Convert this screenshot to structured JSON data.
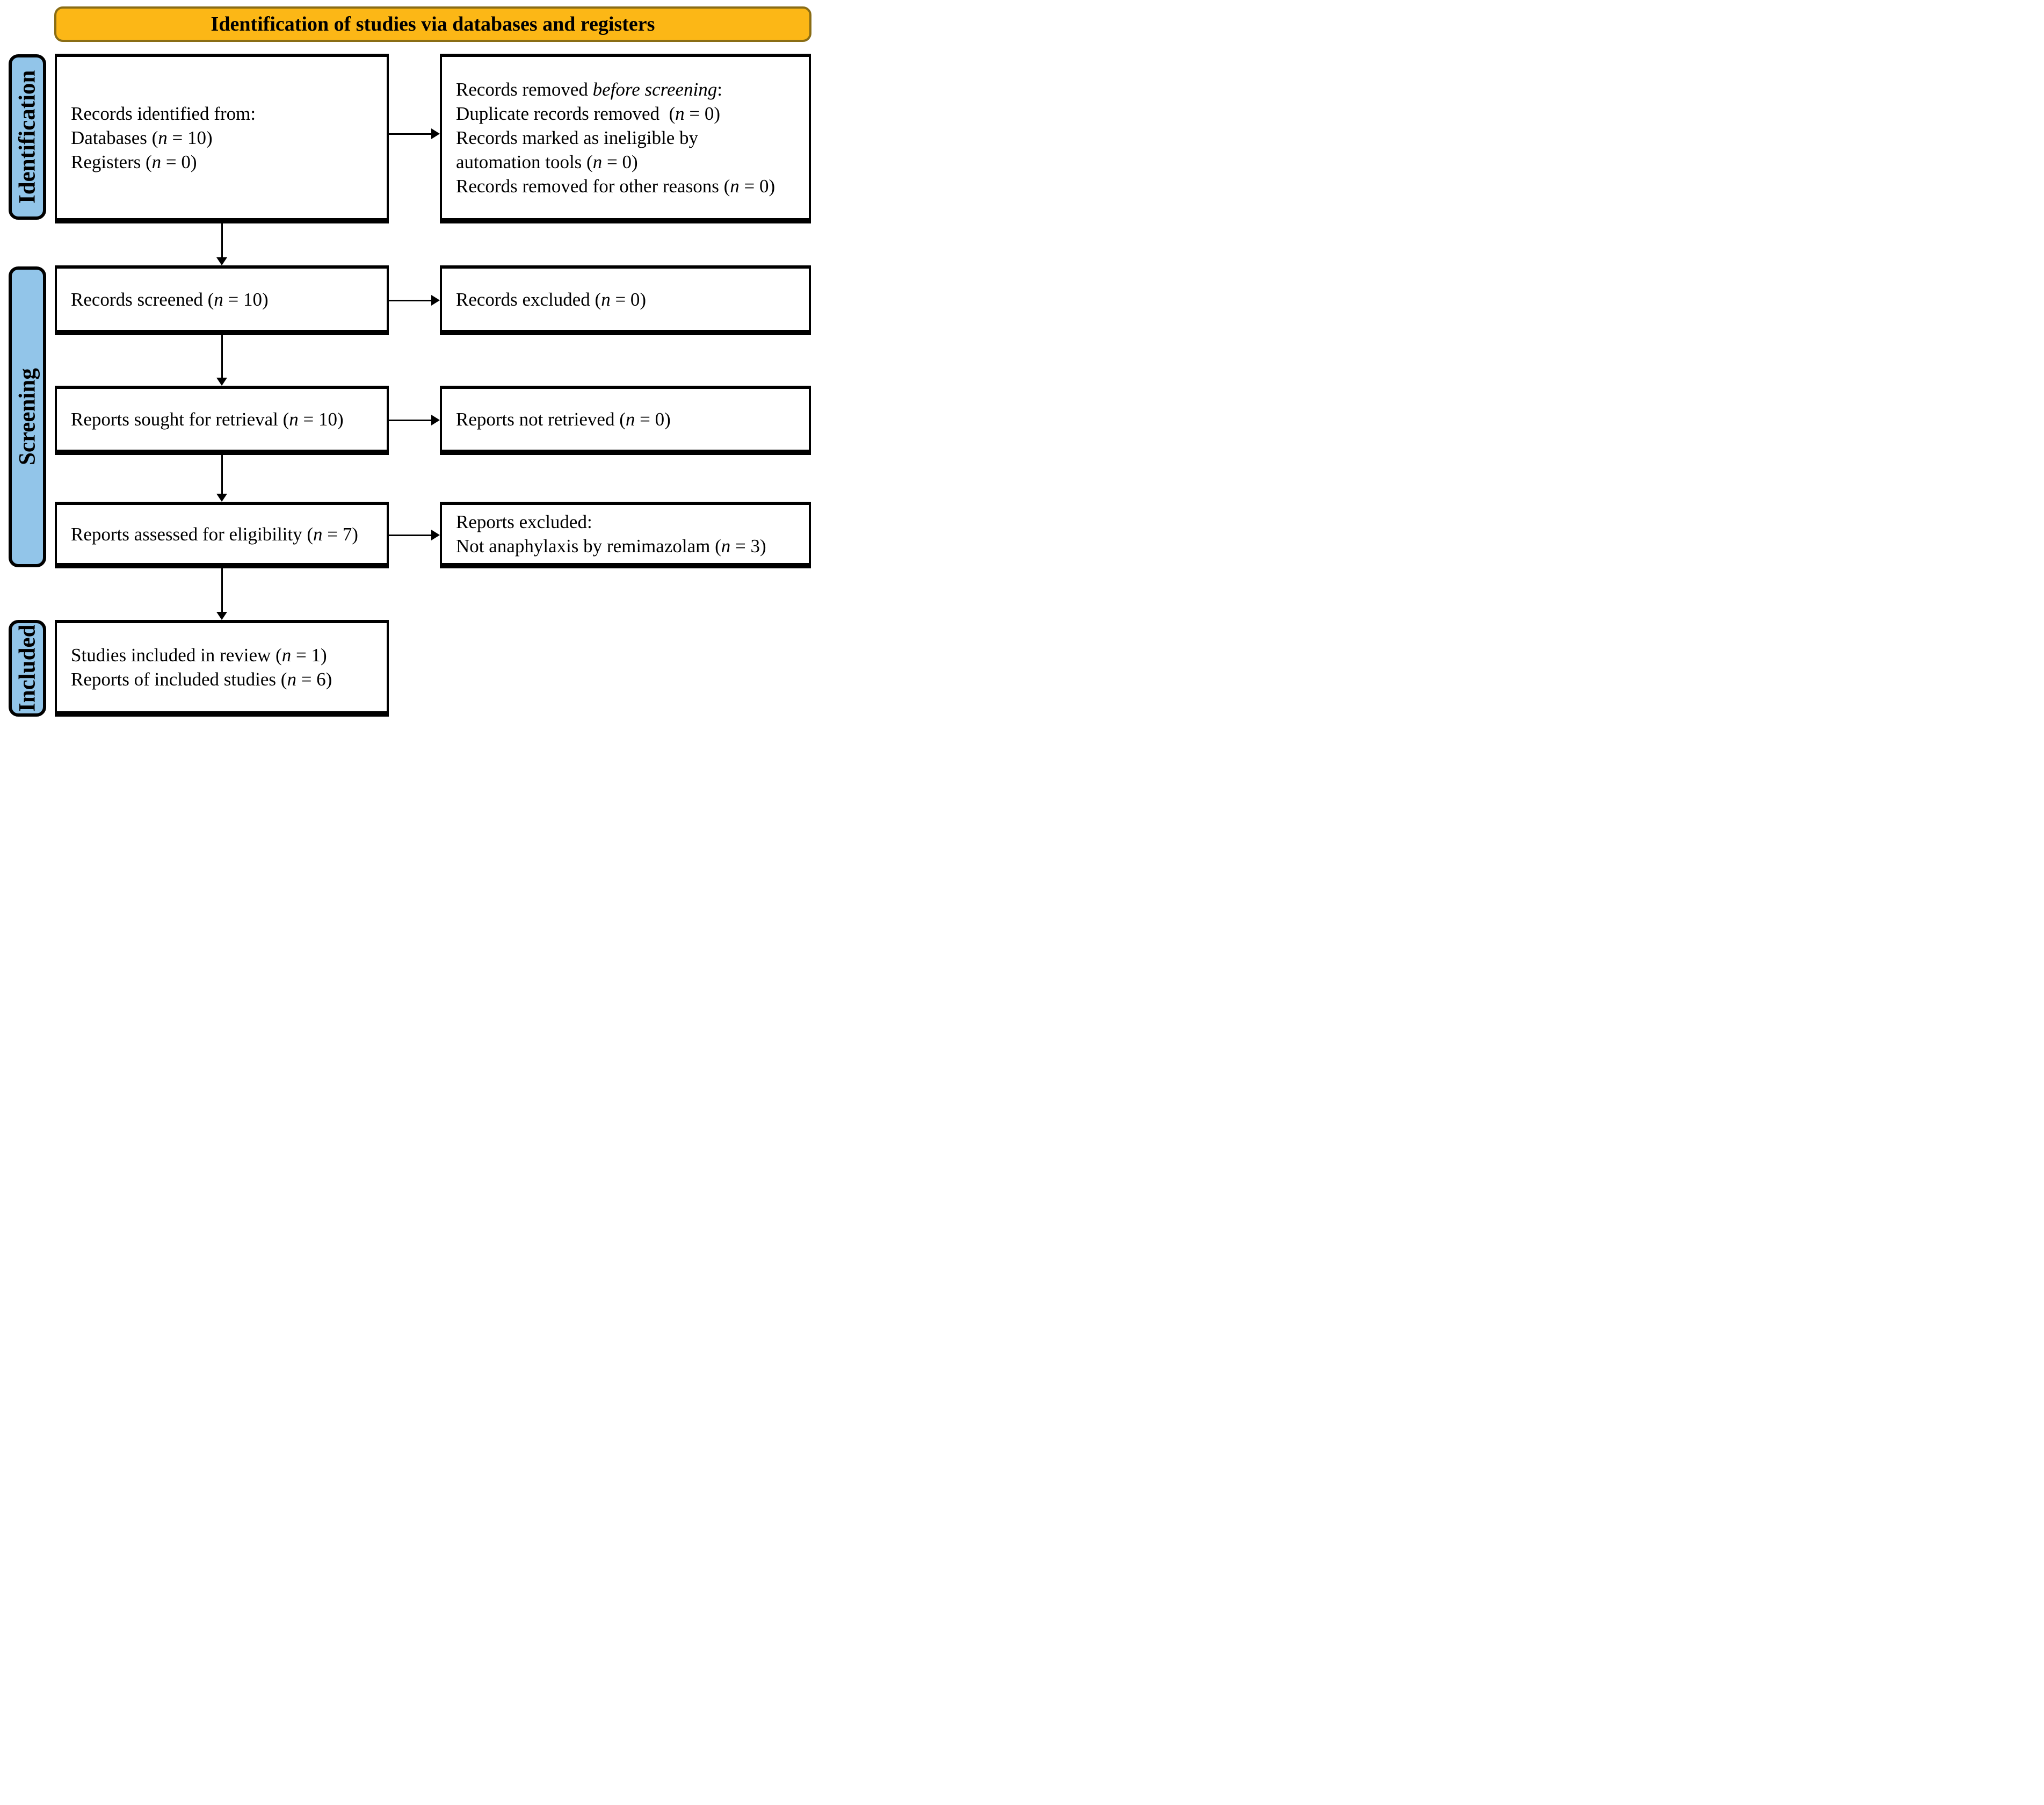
{
  "title_banner": {
    "label": "Identification of studies via databases and registers"
  },
  "side_labels": [
    {
      "id": "identification",
      "label": "Identification"
    },
    {
      "id": "screening",
      "label": "Screening"
    },
    {
      "id": "included",
      "label": "Included"
    }
  ],
  "colors": {
    "banner_bg": "#FCB716",
    "banner_border": "#8A6D15",
    "stage_label_bg": "#92C5E9",
    "box_border": "#000000",
    "background": "#FFFFFF",
    "text": "#000000"
  },
  "boxes": {
    "records_identified": {
      "lines": [
        [
          {
            "t": "Records identified from:"
          }
        ],
        [
          {
            "t": "Databases ("
          },
          {
            "t": "n",
            "i": true
          },
          {
            "t": " = 10)"
          }
        ],
        [
          {
            "t": "Registers ("
          },
          {
            "t": "n",
            "i": true
          },
          {
            "t": " = 0)"
          }
        ]
      ]
    },
    "records_removed": {
      "lines": [
        [
          {
            "t": "Records removed "
          },
          {
            "t": "before screening",
            "i": true
          },
          {
            "t": ":"
          }
        ],
        [
          {
            "t": "Duplicate records removed  ("
          },
          {
            "t": "n",
            "i": true
          },
          {
            "t": " = 0)"
          }
        ],
        [
          {
            "t": "Records marked as ineligible by"
          }
        ],
        [
          {
            "t": "automation tools ("
          },
          {
            "t": "n",
            "i": true
          },
          {
            "t": " = 0)"
          }
        ],
        [
          {
            "t": "Records removed for other reasons ("
          },
          {
            "t": "n",
            "i": true
          },
          {
            "t": " = 0)"
          }
        ]
      ]
    },
    "records_screened": {
      "lines": [
        [
          {
            "t": "Records screened ("
          },
          {
            "t": "n",
            "i": true
          },
          {
            "t": " = 10)"
          }
        ]
      ]
    },
    "records_excluded": {
      "lines": [
        [
          {
            "t": "Records excluded ("
          },
          {
            "t": "n",
            "i": true
          },
          {
            "t": " = 0)"
          }
        ]
      ]
    },
    "reports_sought": {
      "lines": [
        [
          {
            "t": "Reports sought for retrieval ("
          },
          {
            "t": "n",
            "i": true
          },
          {
            "t": " = 10)"
          }
        ]
      ]
    },
    "reports_not_retrieved": {
      "lines": [
        [
          {
            "t": "Reports not retrieved ("
          },
          {
            "t": "n",
            "i": true
          },
          {
            "t": " = 0)"
          }
        ]
      ]
    },
    "reports_assessed": {
      "lines": [
        [
          {
            "t": "Reports assessed for eligibility ("
          },
          {
            "t": "n",
            "i": true
          },
          {
            "t": " = 7)"
          }
        ]
      ]
    },
    "reports_excluded": {
      "lines": [
        [
          {
            "t": "Reports excluded:"
          }
        ],
        [
          {
            "t": "Not anaphylaxis by remimazolam ("
          },
          {
            "t": "n",
            "i": true
          },
          {
            "t": " = 3)"
          }
        ]
      ]
    },
    "studies_included": {
      "lines": [
        [
          {
            "t": "Studies included in review ("
          },
          {
            "t": "n",
            "i": true
          },
          {
            "t": " = 1)"
          }
        ],
        [
          {
            "t": "Reports of included studies ("
          },
          {
            "t": "n",
            "i": true
          },
          {
            "t": " = 6)"
          }
        ]
      ]
    }
  }
}
